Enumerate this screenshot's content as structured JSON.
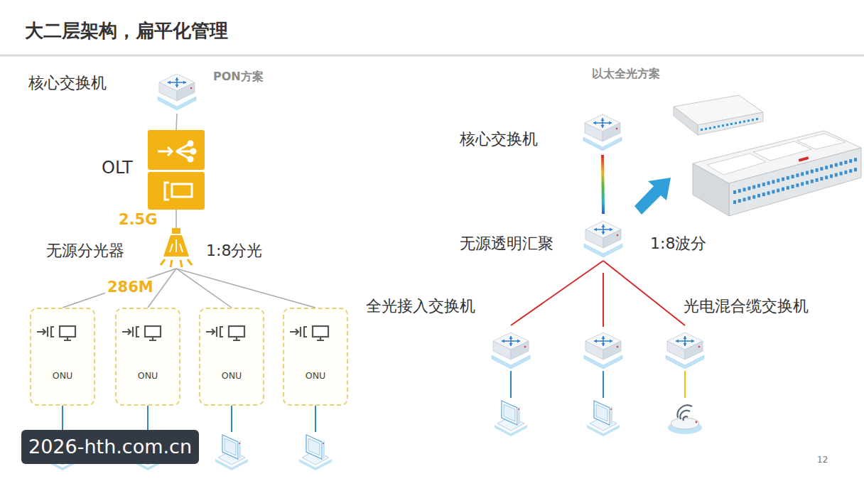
{
  "diagram": {
    "title": "大二层架构，扁平化管理",
    "nodes": [
      {
        "text": [
          "核心交换机"
        ]
      },
      {
        "text": [
          "OLT"
        ]
      },
      {
        "text": [
          "无源分光器"
        ]
      },
      {
        "text": [
          "ONU"
        ]
      },
      {
        "text": [
          "ONU"
        ]
      },
      {
        "text": [
          "ONU"
        ]
      },
      {
        "text": [
          "ONU"
        ]
      },
      {
        "text": [
          "核心交换机"
        ]
      },
      {
        "text": [
          "无源透明汇聚"
        ]
      },
      {
        "text": [
          "全光接入交换机"
        ]
      },
      {
        "text": [
          "光电混合缆交换机"
        ]
      }
    ],
    "edges": [
      {
        "from": 0,
        "to": 1,
        "arrow": "none"
      },
      {
        "from": 1,
        "to": 2,
        "arrow": "none"
      },
      {
        "from": 2,
        "to": 3,
        "arrow": "none"
      },
      {
        "from": 2,
        "to": 4,
        "arrow": "none"
      },
      {
        "from": 2,
        "to": 5,
        "arrow": "none"
      },
      {
        "from": 2,
        "to": 6,
        "arrow": "none"
      },
      {
        "from": 7,
        "to": 8,
        "arrow": "none"
      },
      {
        "from": 8,
        "to": 9,
        "arrow": "none"
      },
      {
        "from": 8,
        "to": 10,
        "arrow": "none"
      }
    ],
    "labels": [
      "PON方案",
      "2.5G",
      "1:8分光",
      "286M",
      "以太全光方案",
      "1:8波分",
      "12",
      "2026-hth.com.cn"
    ]
  }
}
